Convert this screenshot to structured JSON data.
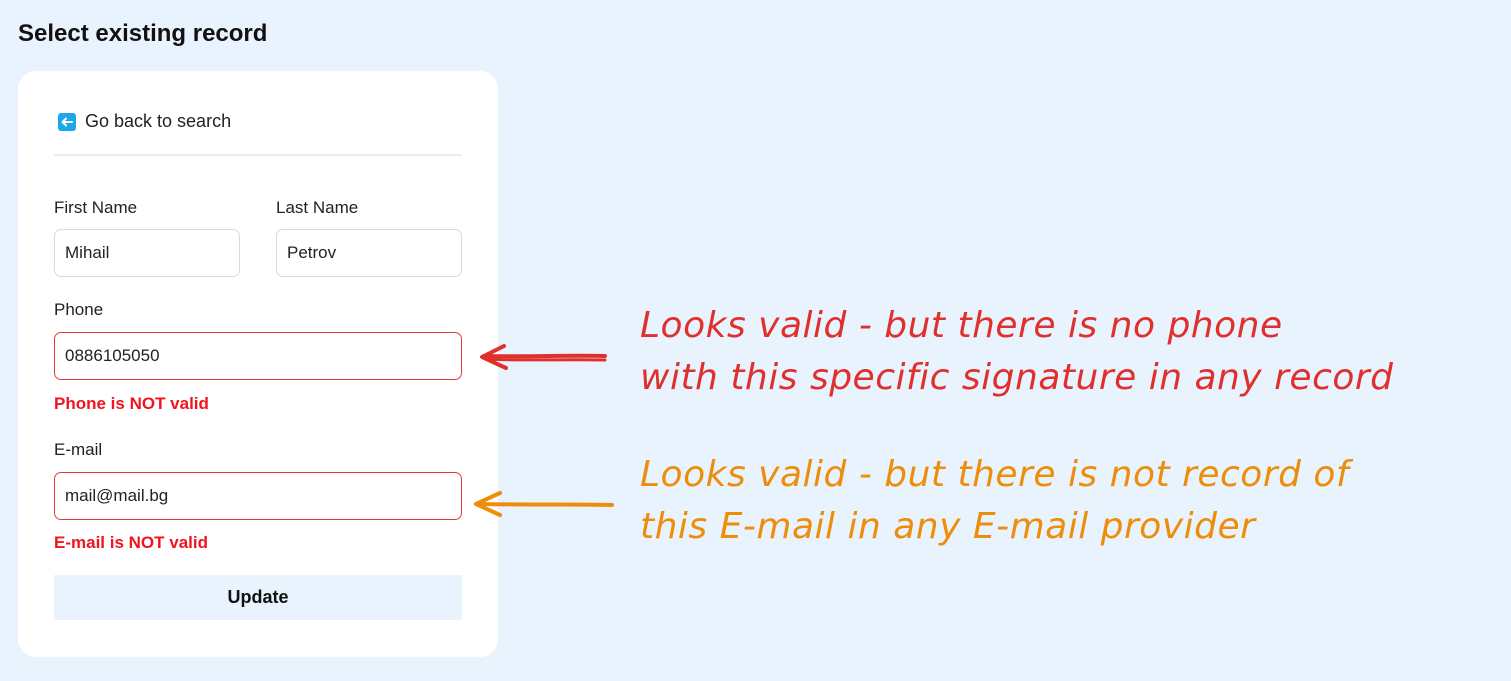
{
  "page": {
    "title": "Select existing record"
  },
  "form": {
    "back_link": "Go back to search",
    "first_name": {
      "label": "First Name",
      "value": "Mihail"
    },
    "last_name": {
      "label": "Last Name",
      "value": "Petrov"
    },
    "phone": {
      "label": "Phone",
      "value": "0886105050",
      "error": "Phone is NOT valid"
    },
    "email": {
      "label": "E-mail",
      "value": "mail@mail.bg",
      "error": "E-mail is NOT valid"
    },
    "update_label": "Update"
  },
  "annotations": {
    "phone_note": {
      "line1": "Looks valid - but there is no phone",
      "line2": "with this specific signature in any record",
      "color": "#e0302e"
    },
    "email_note": {
      "line1": "Looks valid - but there is not record of",
      "line2": "this E-mail in any E-mail provider",
      "color": "#ee8d0b"
    }
  },
  "icons": {
    "back": "arrow-left-icon"
  },
  "colors": {
    "background": "#e8f3fd",
    "error": "#f0141e",
    "accent": "#1ba7e8"
  }
}
